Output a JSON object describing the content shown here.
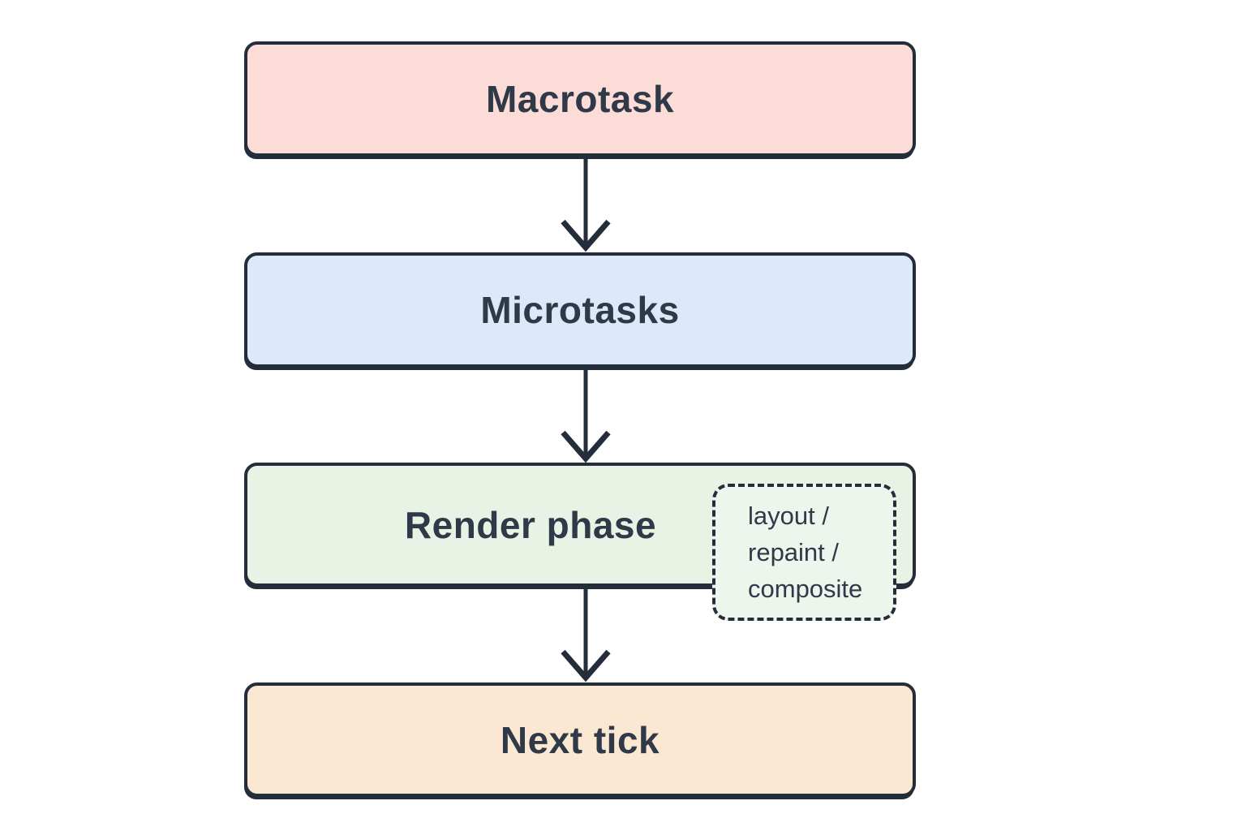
{
  "diagram": {
    "background": "#ffffff",
    "colors": {
      "ink": "#242d3a",
      "text": "#2f3947"
    },
    "nodes": [
      {
        "id": "macrotask",
        "label": "Macrotask",
        "fill": "#fbdcd6"
      },
      {
        "id": "microtasks",
        "label": "Microtasks",
        "fill": "#dbe9fa"
      },
      {
        "id": "render-phase",
        "label": "Render phase",
        "fill": "#e8f2e5"
      },
      {
        "id": "next-tick",
        "label": "Next tick",
        "fill": "#fbe8d2"
      }
    ],
    "annotation": {
      "attached_to": "render-phase",
      "fill": "#edf5ec",
      "lines": [
        "layout /",
        "repaint /",
        "composite"
      ]
    },
    "edges": [
      {
        "from": "macrotask",
        "to": "microtasks"
      },
      {
        "from": "microtasks",
        "to": "render-phase"
      },
      {
        "from": "render-phase",
        "to": "next-tick"
      }
    ]
  }
}
